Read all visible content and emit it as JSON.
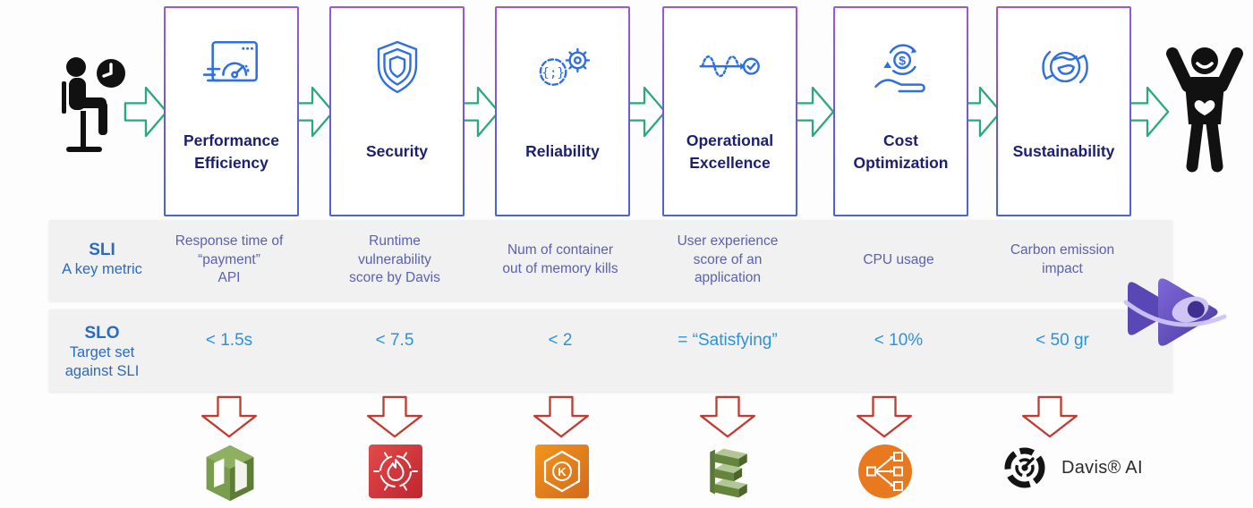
{
  "colors": {
    "box_border_top": "#9b59d6",
    "box_border_bottom": "#4b62d8",
    "pillar_title": "#1c1f70",
    "pillar_icon_blue": "#2f6fe4",
    "flow_arrow_green": "#2aa87e",
    "band_background": "#f1f1f2",
    "sli_text": "#5c61ad",
    "row_header_blue": "#2a6bc2",
    "slo_value_blue": "#2d93d6",
    "down_arrow_red": "#c23b32",
    "logo_purple": "#5b45b5"
  },
  "flow": {
    "start_icon": "waiting-person-with-clock",
    "end_icon": "celebrating-person-with-heart"
  },
  "rows": {
    "sli": {
      "title": "SLI",
      "subtitle": "A key metric"
    },
    "slo": {
      "title": "SLO",
      "subtitle": "Target set\nagainst SLI"
    }
  },
  "pillars": [
    {
      "label": "Performance\nEfficiency",
      "icon": "browser-speedometer-icon",
      "sli": "Response time of\n“payment”\nAPI",
      "slo": "< 1.5s",
      "tool_icon": "aws-cloudformation-green-cube"
    },
    {
      "label": "Security",
      "icon": "nested-shield-icon",
      "sli": "Runtime\nvulnerability\nscore by Davis",
      "slo": "< 7.5",
      "tool_icon": "aws-security-flame-badge"
    },
    {
      "label": "Reliability",
      "icon": "code-braces-gears-icon",
      "sli": "Num of container\nout of memory kills",
      "slo": "< 2",
      "tool_icon": "amazon-eks-hexagon-k"
    },
    {
      "label": "Operational\nExcellence",
      "icon": "process-wave-check-icon",
      "sli": "User experience\nscore of an\napplication",
      "slo": "= “Satisfying”",
      "tool_icon": "aws-elastic-beanstalk-green-stack"
    },
    {
      "label": "Cost\nOptimization",
      "icon": "dollar-cycle-hand-icon",
      "sli": "CPU usage",
      "slo": "< 10%",
      "tool_icon": "elastic-load-balancing-circle"
    },
    {
      "label": "Sustainability",
      "icon": "globe-in-hands-icon",
      "sli": "Carbon emission\nimpact",
      "slo": "< 50 gr",
      "tool_icon": "davis-ai-gear",
      "tool_label": "Davis® AI"
    }
  ],
  "logo": "purple-eye-play-logo"
}
